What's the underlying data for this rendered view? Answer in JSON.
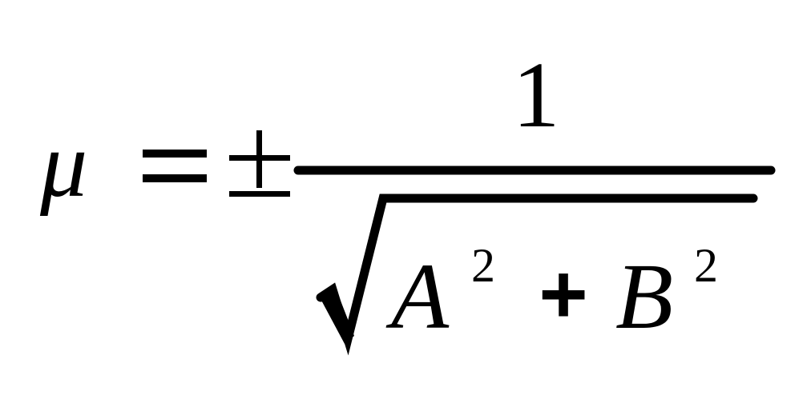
{
  "formula": {
    "lhs_symbol": "μ",
    "equals": "=",
    "plus_minus": "±",
    "numerator": "1",
    "radicand": {
      "term1_base": "A",
      "term1_exponent": "2",
      "operator": "+",
      "term2_base": "B",
      "term2_exponent": "2"
    }
  }
}
